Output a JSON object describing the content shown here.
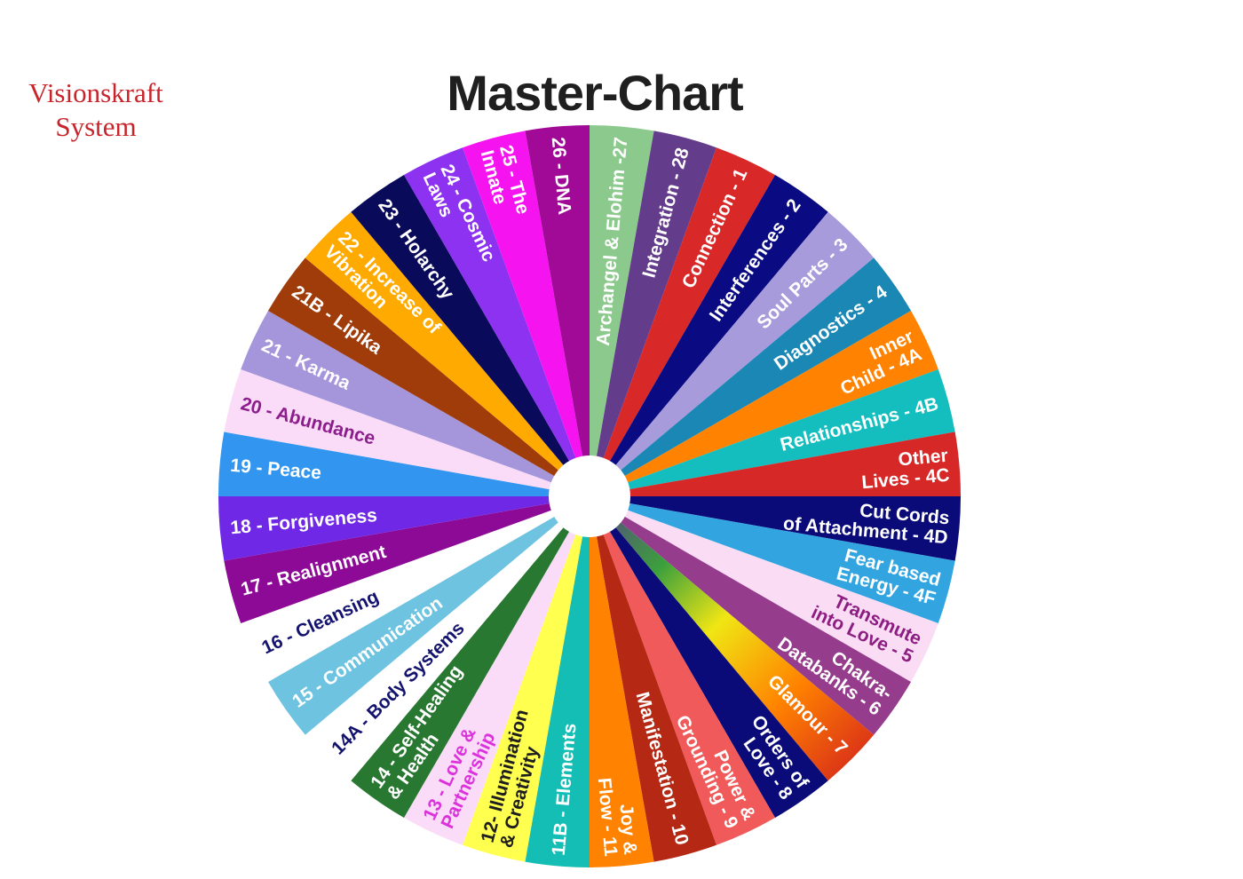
{
  "brand": {
    "line1": "Visionskraft",
    "line2": "System"
  },
  "title": "Master-Chart",
  "segments": [
    {
      "lines": [
        "Archangel & Elohim -27"
      ],
      "color": "#8cc98c",
      "text_color": "#ffffff"
    },
    {
      "lines": [
        "Integration - 28"
      ],
      "color": "#643c8c",
      "text_color": "#ffffff"
    },
    {
      "lines": [
        "Connection - 1"
      ],
      "color": "#d92828",
      "text_color": "#ffffff"
    },
    {
      "lines": [
        "Interferences - 2"
      ],
      "color": "#0a0a82",
      "text_color": "#ffffff"
    },
    {
      "lines": [
        "Soul Parts - 3"
      ],
      "color": "#a79bdc",
      "text_color": "#ffffff"
    },
    {
      "lines": [
        "Diagnostics - 4"
      ],
      "color": "#1a87b4",
      "text_color": "#ffffff"
    },
    {
      "lines": [
        "Inner",
        "Child - 4A"
      ],
      "color": "#ff8200",
      "text_color": "#ffffff"
    },
    {
      "lines": [
        "Relationships - 4B"
      ],
      "color": "#14bebe",
      "text_color": "#ffffff"
    },
    {
      "lines": [
        "Other",
        "Lives - 4C"
      ],
      "color": "#d72828",
      "text_color": "#ffffff"
    },
    {
      "lines": [
        "Cut Cords",
        "of Attachment - 4D"
      ],
      "color": "#0a0a78",
      "text_color": "#ffffff"
    },
    {
      "lines": [
        "Fear based",
        "Energy - 4F"
      ],
      "color": "#32a5e1",
      "text_color": "#ffffff"
    },
    {
      "lines": [
        "Transmute",
        "into Love - 5"
      ],
      "color": "#fadcf5",
      "text_color": "#8c1e82"
    },
    {
      "lines": [
        "Chakra-",
        "Databanks - 6"
      ],
      "color": "#963c8c",
      "text_color": "#ffffff"
    },
    {
      "lines": [
        "Glamour - 7"
      ],
      "color": "rainbow",
      "text_color": "#ffffff"
    },
    {
      "lines": [
        "Orders of",
        "Love - 8"
      ],
      "color": "#0a0a78",
      "text_color": "#ffffff"
    },
    {
      "lines": [
        "Power &",
        "Grounding - 9"
      ],
      "color": "#f05a5a",
      "text_color": "#ffffff"
    },
    {
      "lines": [
        "Manifestation - 10"
      ],
      "color": "#b42814",
      "text_color": "#ffffff"
    },
    {
      "lines": [
        "Joy &",
        "Flow - 11"
      ],
      "color": "#ff8200",
      "text_color": "#ffffff"
    },
    {
      "lines": [
        "11B - Elements"
      ],
      "color": "#14beb4",
      "text_color": "#ffffff"
    },
    {
      "lines": [
        "12- Illumination",
        "& Creativity"
      ],
      "color": "#ffff50",
      "text_color": "#1e1e1e"
    },
    {
      "lines": [
        "13 - Love &",
        "Partnership"
      ],
      "color": "#fadcf8",
      "text_color": "#dc32dc"
    },
    {
      "lines": [
        "14 - Self-Healing",
        "& Health"
      ],
      "color": "#287832",
      "text_color": "#ffffff"
    },
    {
      "lines": [
        "14A - Body Systems"
      ],
      "color": "#ffffff",
      "text_color": "#14146e"
    },
    {
      "lines": [
        "15 - Communication"
      ],
      "color": "#6ec3e1",
      "text_color": "#ffffff"
    },
    {
      "lines": [
        "16 - Cleansing"
      ],
      "color": "#ffffff",
      "text_color": "#14146e"
    },
    {
      "lines": [
        "17 - Realignment"
      ],
      "color": "#8c0a96",
      "text_color": "#ffffff"
    },
    {
      "lines": [
        "18 - Forgiveness"
      ],
      "color": "#6e28e6",
      "text_color": "#ffffff"
    },
    {
      "lines": [
        "19 - Peace"
      ],
      "color": "#3296f0",
      "text_color": "#ffffff"
    },
    {
      "lines": [
        "20 - Abundance"
      ],
      "color": "#fadcf8",
      "text_color": "#8c1e8c"
    },
    {
      "lines": [
        "21 - Karma"
      ],
      "color": "#a596dc",
      "text_color": "#ffffff"
    },
    {
      "lines": [
        "21B - Lipika"
      ],
      "color": "#a03c0a",
      "text_color": "#ffffff"
    },
    {
      "lines": [
        "22 - Increase of",
        "Vibration"
      ],
      "color": "#ffaa00",
      "text_color": "#ffffff"
    },
    {
      "lines": [
        "23 - Holarchy"
      ],
      "color": "#0a0a5a",
      "text_color": "#ffffff"
    },
    {
      "lines": [
        "24 - Cosmic",
        "Laws"
      ],
      "color": "#8c32f0",
      "text_color": "#ffffff"
    },
    {
      "lines": [
        "25 - The",
        "Innate"
      ],
      "color": "#f514f0",
      "text_color": "#ffffff"
    },
    {
      "lines": [
        "26 - DNA"
      ],
      "color": "#a00a96",
      "text_color": "#ffffff"
    }
  ]
}
